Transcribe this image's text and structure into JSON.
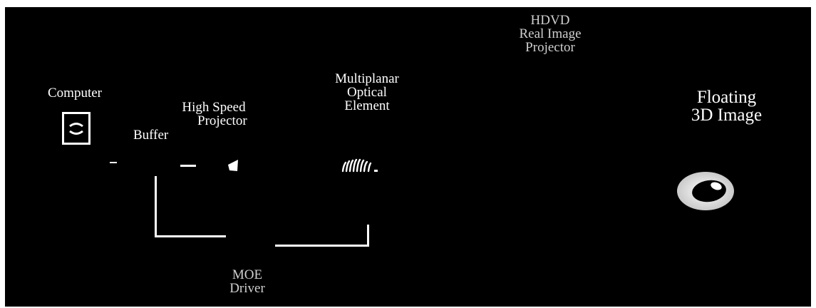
{
  "diagram": {
    "labels": {
      "computer": "Computer",
      "buffer": "Buffer",
      "projector_line1": "High Speed",
      "projector_line2": "Projector",
      "moe_line1": "Multiplanar",
      "moe_line2": "Optical",
      "moe_line3": "Element",
      "hdvd_line1": "HDVD",
      "hdvd_line2": "Real Image",
      "hdvd_line3": "Projector",
      "floating_line1": "Floating",
      "floating_line2": "3D Image",
      "driver_line1": "MOE",
      "driver_line2": "Driver"
    },
    "icons": {
      "computer": "monitor-icon",
      "projector": "projector-lens-icon",
      "moe": "optical-element-stack-icon",
      "floating": "floating-ring-icon"
    },
    "colors": {
      "background": "#000000",
      "foreground": "#ffffff"
    }
  }
}
